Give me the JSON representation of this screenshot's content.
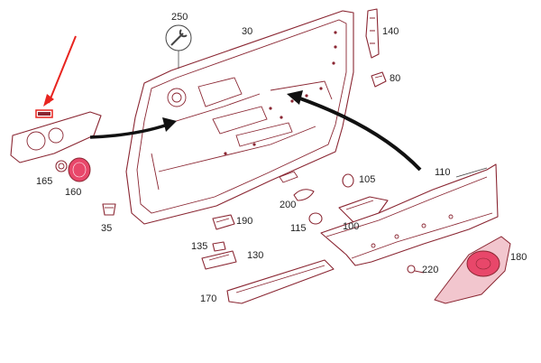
{
  "diagram": {
    "callouts": [
      {
        "id": "250",
        "text": "250"
      },
      {
        "id": "30",
        "text": "30"
      },
      {
        "id": "140",
        "text": "140"
      },
      {
        "id": "80",
        "text": "80"
      },
      {
        "id": "110",
        "text": "110"
      },
      {
        "id": "105",
        "text": "105"
      },
      {
        "id": "200",
        "text": "200"
      },
      {
        "id": "115",
        "text": "115"
      },
      {
        "id": "100",
        "text": "100"
      },
      {
        "id": "190",
        "text": "190"
      },
      {
        "id": "135",
        "text": "135"
      },
      {
        "id": "130",
        "text": "130"
      },
      {
        "id": "170",
        "text": "170"
      },
      {
        "id": "220",
        "text": "220"
      },
      {
        "id": "180",
        "text": "180"
      },
      {
        "id": "165",
        "text": "165"
      },
      {
        "id": "160",
        "text": "160"
      },
      {
        "id": "35",
        "text": "35"
      }
    ],
    "colors": {
      "outline": "#8a2632",
      "highlight": "#e8476a",
      "highlight_light": "#f2c6ce",
      "arrow_red": "#e8241f",
      "arrow_black": "#111111"
    }
  }
}
